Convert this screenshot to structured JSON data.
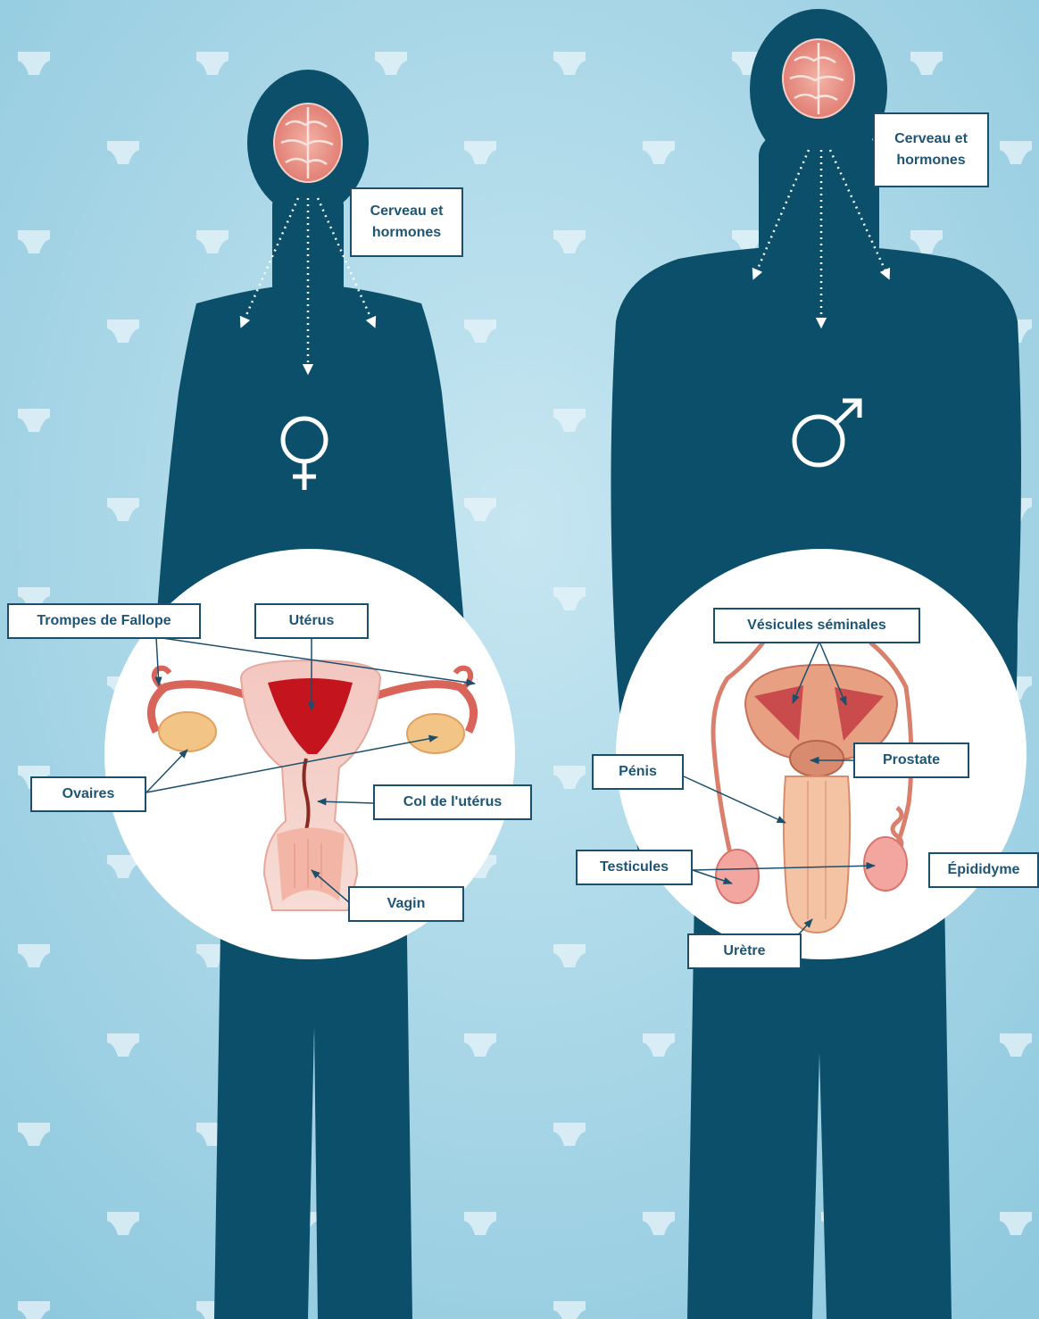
{
  "colors": {
    "background": "#a9d7e8",
    "background_light": "#c6e6f1",
    "silhouette": "#0b4f6a",
    "label_border": "#1b4f6c",
    "label_text": "#1e5574",
    "brain": "#e8857d",
    "circle": "#ffffff"
  },
  "female": {
    "symbol_icon": "female-symbol-icon",
    "brain_label": {
      "line1": "Cerveau et",
      "line2": "hormones"
    },
    "labels": {
      "fallopian": "Trompes de Fallope",
      "uterus": "Utérus",
      "ovaries": "Ovaires",
      "cervix": "Col de l'utérus",
      "vagina": "Vagin"
    }
  },
  "male": {
    "symbol_icon": "male-symbol-icon",
    "brain_label": {
      "line1": "Cerveau et",
      "line2": "hormones"
    },
    "labels": {
      "seminal": "Vésicules séminales",
      "prostate": "Prostate",
      "penis": "Pénis",
      "testicles": "Testicules",
      "epididymis": "Épididyme",
      "urethra": "Urètre"
    }
  }
}
